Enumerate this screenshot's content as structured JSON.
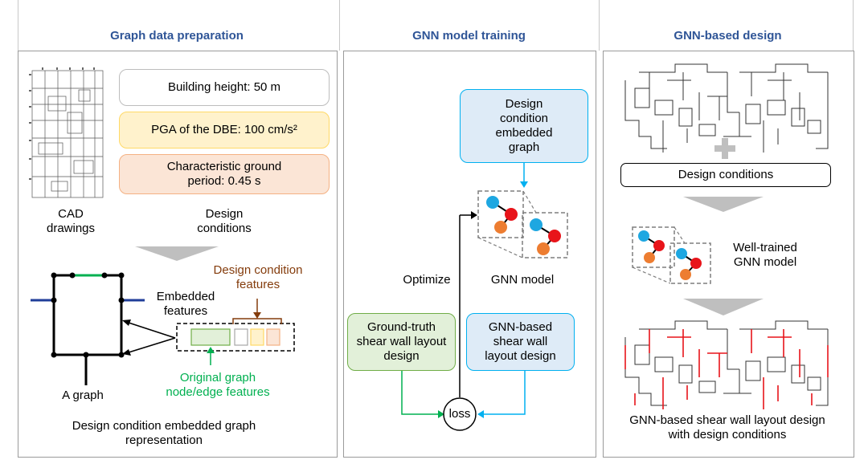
{
  "panels": {
    "prep": {
      "title": "Graph data preparation",
      "conditions": {
        "height": "Building height: 50 m",
        "pga": "PGA of the DBE: 100 cm/s²",
        "period": "Characteristic ground period: 0.45 s"
      },
      "cad_label": "CAD drawings",
      "design_conditions_label": "Design conditions",
      "design_condition_features": "Design condition features",
      "embedded_features": "Embedded features",
      "original_features": "Original graph node/edge features",
      "a_graph": "A graph",
      "caption": "Design condition embedded graph representation"
    },
    "train": {
      "title": "GNN model training",
      "embedded_graph": "Design condition embedded graph",
      "optimize": "Optimize",
      "gnn_model": "GNN model",
      "ground_truth": "Ground-truth shear wall layout design",
      "gnn_based": "GNN-based shear wall layout design",
      "loss": "loss"
    },
    "design": {
      "title": "GNN-based design",
      "design_conditions": "Design conditions",
      "well_trained": "Well-trained GNN model",
      "caption": "GNN-based shear wall layout design with design conditions"
    }
  },
  "colors": {
    "title": "#2f5597",
    "white_box_border": "#bdbdbd",
    "yellow_fill": "#fff2cc",
    "yellow_border": "#ffd966",
    "orange_fill": "#fbe5d6",
    "orange_border": "#f4b183",
    "green_fill": "#e2f0d9",
    "green_border": "#70ad47",
    "blue_fill": "#deebf7",
    "blue_border": "#00b0f0",
    "node_blue": "#1ea7e1",
    "node_red": "#e8141a",
    "node_orange": "#ed7d31",
    "brown": "#843c0c",
    "green_text": "#00b050"
  }
}
